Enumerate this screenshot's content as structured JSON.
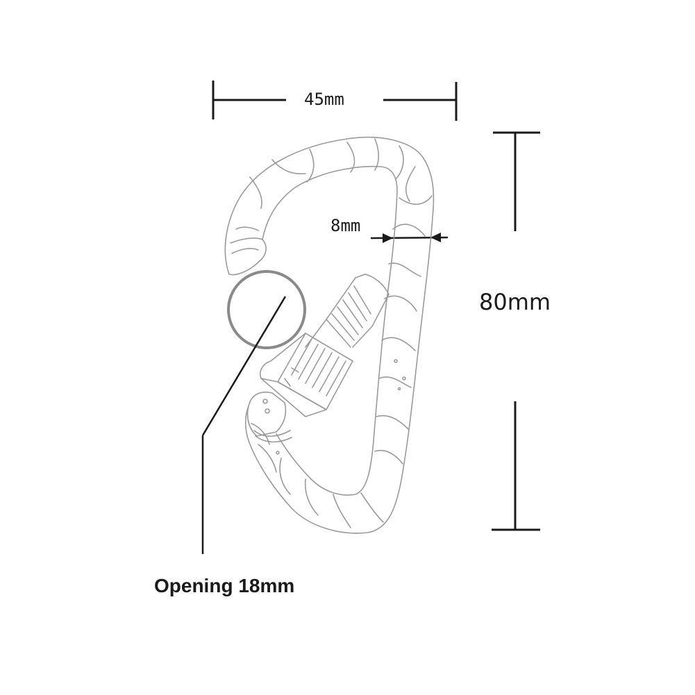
{
  "product": {
    "item": "carabiner",
    "style": "screw-lock gate, camouflage pattern line sketch"
  },
  "dimensions": {
    "width_label": "45mm",
    "height_label": "80mm",
    "wire_label": "8mm",
    "opening_label": "Opening 18mm"
  },
  "colors": {
    "line": "#1a1a1a",
    "sketch": "#9a9a9a",
    "circle": "#8a8a8a",
    "background": "#ffffff"
  }
}
